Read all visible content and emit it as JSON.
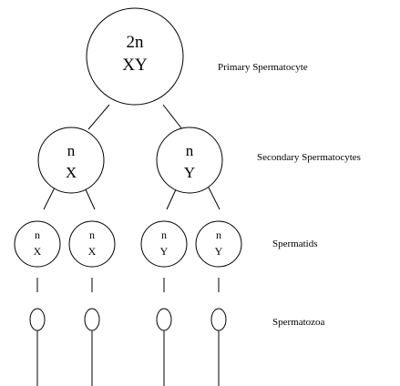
{
  "stages": {
    "primary": "Primary Spermatocyte",
    "secondary": "Secondary Spermatocytes",
    "spermatids": "Spermatids",
    "spermatozoa": "Spermatozoa"
  },
  "primary_cell": {
    "ploidy": "2n",
    "chromosomes": "XY"
  },
  "secondary_cells": [
    {
      "ploidy": "n",
      "chromosome": "X"
    },
    {
      "ploidy": "n",
      "chromosome": "Y"
    }
  ],
  "spermatid_cells": [
    {
      "ploidy": "n",
      "chromosome": "X"
    },
    {
      "ploidy": "n",
      "chromosome": "X"
    },
    {
      "ploidy": "n",
      "chromosome": "Y"
    },
    {
      "ploidy": "n",
      "chromosome": "Y"
    }
  ]
}
